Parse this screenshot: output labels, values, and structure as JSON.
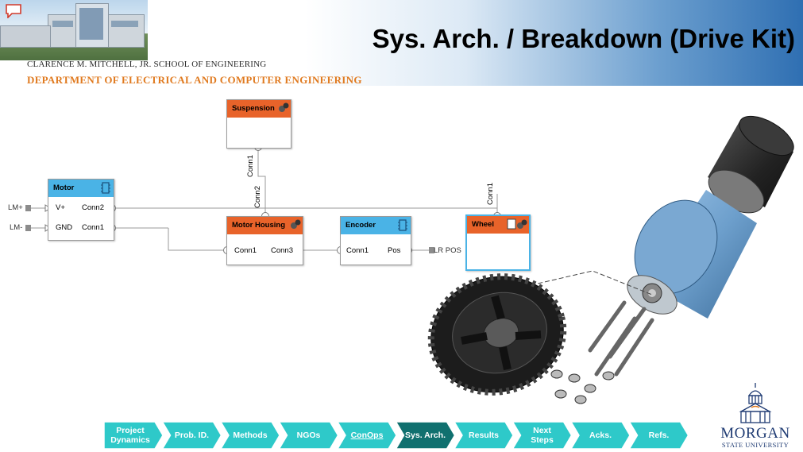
{
  "header": {
    "title": "Sys. Arch. / Breakdown (Drive Kit)",
    "school": "CLARENCE M. MITCHELL, JR. SCHOOL OF ENGINEERING",
    "department": "DEPARTMENT OF ELECTRICAL AND COMPUTER ENGINEERING"
  },
  "diagram": {
    "motor": {
      "title": "Motor",
      "ports_left": [
        "V+",
        "GND"
      ],
      "ports_right": [
        "Conn2",
        "Conn1"
      ]
    },
    "suspension": {
      "title": "Suspension",
      "port": "Conn1"
    },
    "motor_housing": {
      "title": "Motor Housing",
      "ports": [
        "Conn1",
        "Conn3"
      ],
      "top_port": "Conn2"
    },
    "encoder": {
      "title": "Encoder",
      "ports": [
        "Conn1",
        "Pos"
      ]
    },
    "wheel": {
      "title": "Wheel",
      "top_port": "Conn1"
    },
    "external": {
      "lm_plus": "LM+",
      "lm_minus": "LM-",
      "lr_pos": "LR POS"
    }
  },
  "nav": {
    "items": [
      "Project Dynamics",
      "Prob. ID.",
      "Methods",
      "NGOs",
      "ConOps",
      "Sys. Arch.",
      "Results",
      "Next Steps",
      "Acks.",
      "Refs."
    ],
    "active_index": 5,
    "color": "#2ec9c9",
    "active_color": "#10706f"
  },
  "logo": {
    "name": "MORGAN",
    "subtitle": "STATE UNIVERSITY"
  },
  "colors": {
    "block_header_blue": "#4ab3e6",
    "block_header_orange": "#e8632a",
    "dept_orange": "#e07a1f"
  }
}
